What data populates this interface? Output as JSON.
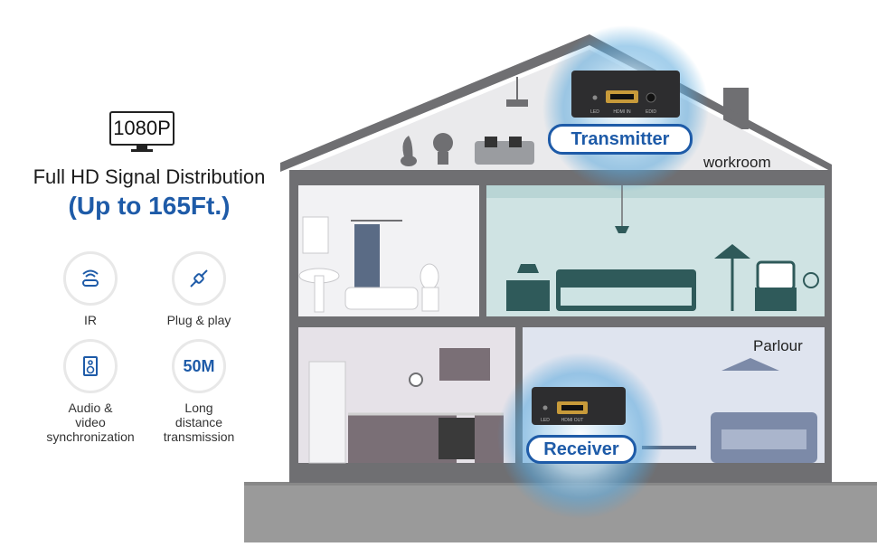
{
  "badge": {
    "text": "1080P"
  },
  "headline": {
    "line1": "Full HD Signal Distribution",
    "line2": "(Up to 165Ft.)"
  },
  "features": [
    {
      "icon": "ir-icon",
      "label": "IR"
    },
    {
      "icon": "plug-play-icon",
      "label": "Plug & play"
    },
    {
      "icon": "speaker-icon",
      "label_lines": [
        "Audio &",
        "video",
        "synchronization"
      ]
    },
    {
      "icon": "distance-icon",
      "icon_text": "50M",
      "label_lines": [
        "Long",
        "distance",
        "transmission"
      ]
    }
  ],
  "house": {
    "transmitter_label": "Transmitter",
    "receiver_label": "Receiver",
    "workroom_label": "workroom",
    "parlour_label": "Parlour",
    "transmitter_ports": [
      "LED",
      "HDMI IN",
      "EDID"
    ],
    "receiver_ports": [
      "LED",
      "HDMI OUT"
    ]
  },
  "colors": {
    "accent": "#1e5ba8",
    "wall": "#6f6f72",
    "glow": "#4aa0d8"
  }
}
